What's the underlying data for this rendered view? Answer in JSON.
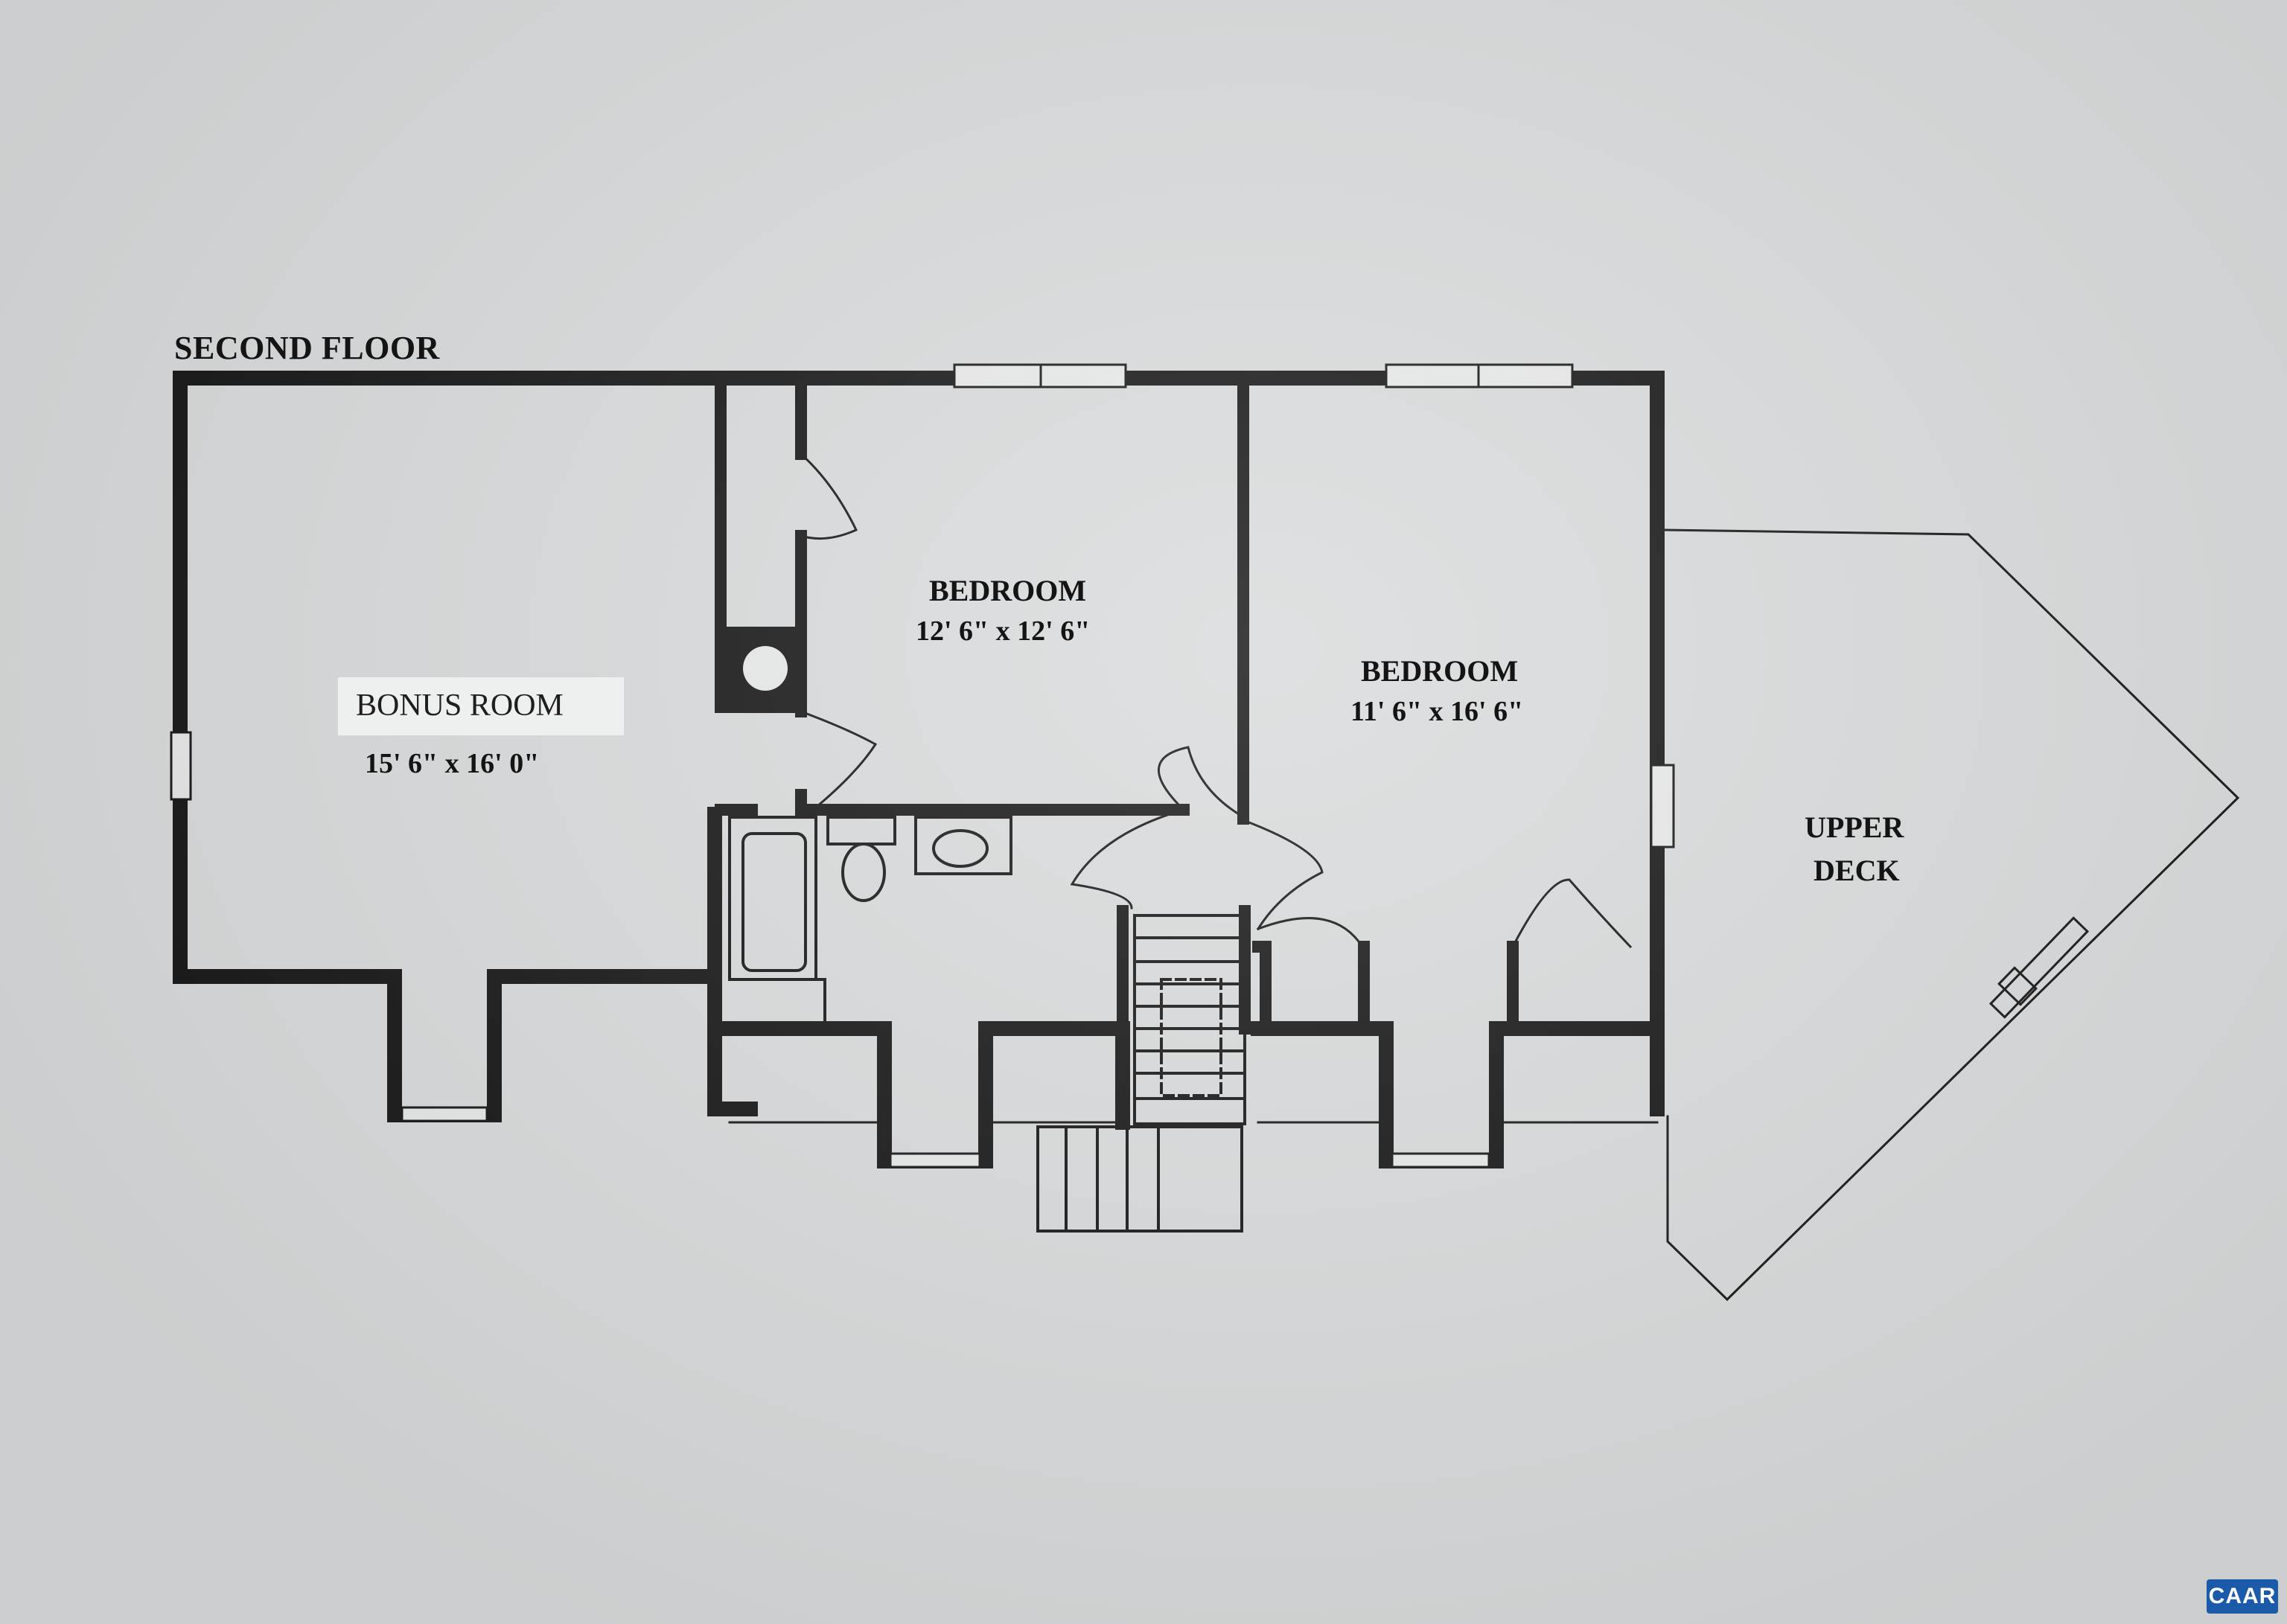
{
  "plan": {
    "title": "SECOND FLOOR",
    "rooms": {
      "bonus": {
        "name": "BONUS ROOM",
        "dims": "15' 6\" x 16' 0\""
      },
      "bedroom_1": {
        "name": "BEDROOM",
        "dims": "12' 6\" x 12' 6\""
      },
      "bedroom_2": {
        "name": "BEDROOM",
        "dims": "11' 6\" x 16' 6\""
      },
      "deck": {
        "name_line1": "UPPER",
        "name_line2": "DECK"
      }
    }
  },
  "watermark": {
    "text": "CAAR",
    "color": "#1a5aa8"
  },
  "colors": {
    "paper": "#d8dadb",
    "ink": "#141414"
  }
}
